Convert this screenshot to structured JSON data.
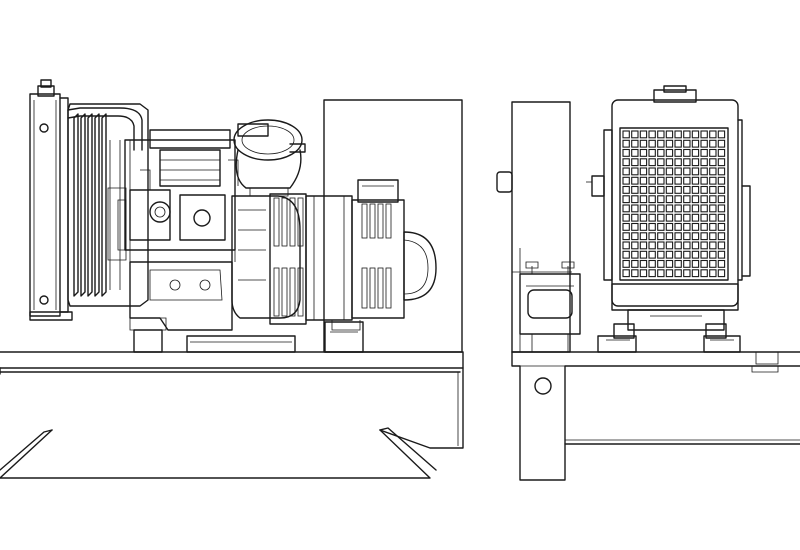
{
  "figure": {
    "stroke_color": "#1a1a1a",
    "background_color": "#ffffff",
    "views": [
      {
        "key": "side",
        "name": "generator-side-view"
      },
      {
        "key": "end",
        "name": "generator-end-view"
      }
    ]
  }
}
